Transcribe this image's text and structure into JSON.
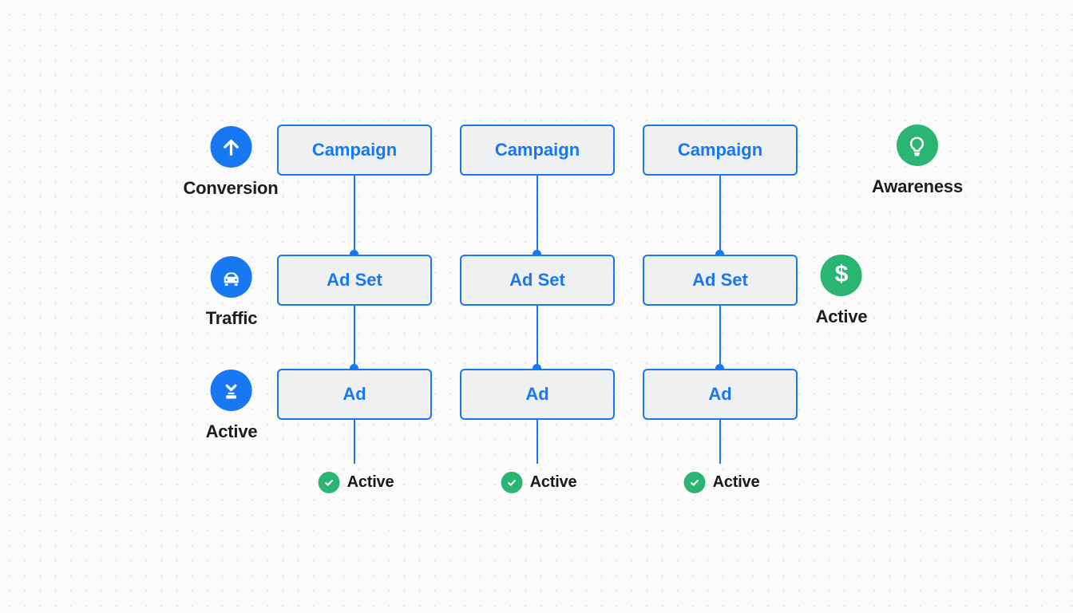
{
  "canvas": {
    "background": "#fbfbfb",
    "dot_color": "#e3e3e5"
  },
  "palette": {
    "blue": "#1778f2",
    "green": "#2ab573",
    "node_fill": "#eef0f2",
    "node_text": "#1778f2",
    "label_text": "#1a1e23"
  },
  "legend_left": [
    {
      "icon": "arrow-up-icon",
      "label": "Conversion"
    },
    {
      "icon": "car-icon",
      "label": "Traffic"
    },
    {
      "icon": "tray-download-icon",
      "label": "Active"
    }
  ],
  "legend_right": [
    {
      "icon": "lightbulb-icon",
      "label": "Awareness"
    },
    {
      "icon": "dollar-icon",
      "glyph": "$",
      "label": "Active"
    }
  ],
  "columns": [
    {
      "nodes": [
        "Campaign",
        "Ad Set",
        "Ad"
      ],
      "status": {
        "icon": "check-icon",
        "label": "Active"
      }
    },
    {
      "nodes": [
        "Campaign",
        "Ad Set",
        "Ad"
      ],
      "status": {
        "icon": "check-icon",
        "label": "Active"
      }
    },
    {
      "nodes": [
        "Campaign",
        "Ad Set",
        "Ad"
      ],
      "status": {
        "icon": "check-icon",
        "label": "Active"
      }
    }
  ]
}
